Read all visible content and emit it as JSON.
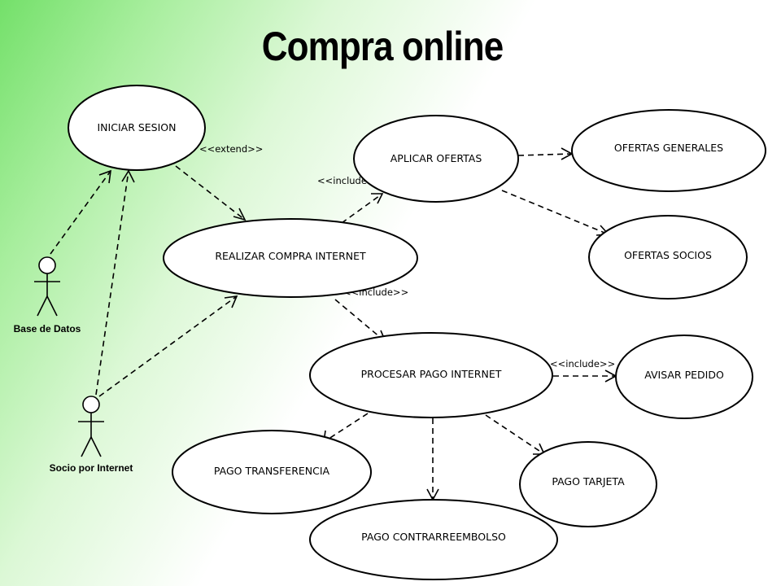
{
  "title": "Compra online",
  "actors": {
    "db": "Base de Datos",
    "socio": "Socio por Internet"
  },
  "use_cases": {
    "iniciar_sesion": "INICIAR SESION",
    "realizar_compra": "REALIZAR COMPRA INTERNET",
    "aplicar_ofertas": "APLICAR OFERTAS",
    "ofertas_generales": "OFERTAS GENERALES",
    "ofertas_socios": "OFERTAS SOCIOS",
    "procesar_pago": "PROCESAR PAGO INTERNET",
    "avisar_pedido": "AVISAR PEDIDO",
    "pago_transferencia": "PAGO TRANSFERENCIA",
    "pago_tarjeta": "PAGO TARJETA",
    "pago_contrarreembolso": "PAGO CONTRARREEMBOLSO"
  },
  "stereotypes": {
    "extend": "<<extend>>",
    "include_ofertas": "<<include>>",
    "include_pago": "<<include>>",
    "include_avisar": "<<include>>"
  }
}
